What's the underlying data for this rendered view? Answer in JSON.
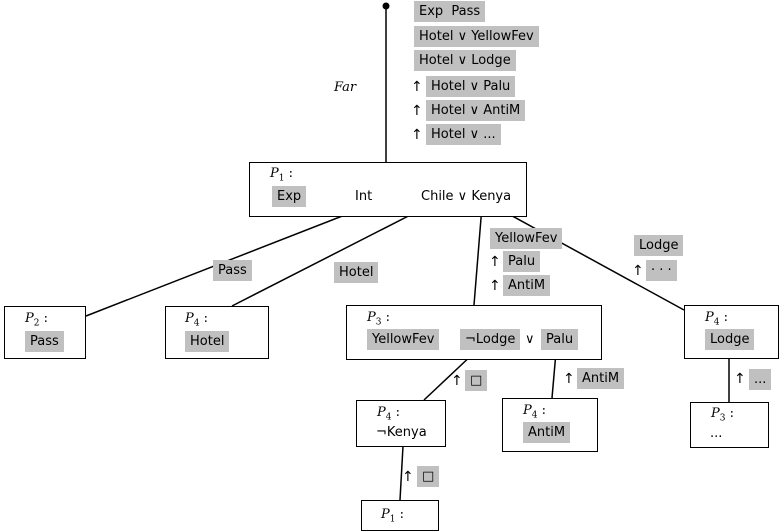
{
  "root_label": "Far",
  "top_stack": [
    "Exp  Pass",
    "Hotel ∨ YellowFev",
    "Hotel ∨ Lodge"
  ],
  "top_up_stack": [
    "Hotel ∨ Palu",
    "Hotel ∨ AntiM",
    "Hotel ∨ ..."
  ],
  "up_arrow": "↑",
  "p1_top": {
    "title": "P",
    "sub": "1",
    "colon": " :",
    "exp": "Exp",
    "int": "Int",
    "chile": "Chile ∨ Kenya"
  },
  "edge_labels": {
    "pass": "Pass",
    "hotel": "Hotel"
  },
  "mid_stack": {
    "first": "YellowFev",
    "up": [
      "Palu",
      "AntiM"
    ]
  },
  "right_stack": {
    "first": "Lodge",
    "up": "· · ·"
  },
  "p2": {
    "title": "P",
    "sub": "2",
    "colon": " :",
    "value": "Pass"
  },
  "p4_hotel": {
    "title": "P",
    "sub": "4",
    "colon": " :",
    "value": "Hotel"
  },
  "p3": {
    "title": "P",
    "sub": "3",
    "colon": " :",
    "yellow": "YellowFev",
    "lodge": "¬Lodge",
    "or": "∨",
    "palu": "Palu"
  },
  "p4_lodge": {
    "title": "P",
    "sub": "4",
    "colon": " :",
    "value": "Lodge"
  },
  "sq": "□",
  "antim_label": "AntiM",
  "dots_label": "...",
  "p4_kenya": {
    "title": "P",
    "sub": "4",
    "colon": " :",
    "value": "¬Kenya"
  },
  "p4_antim": {
    "title": "P",
    "sub": "4",
    "colon": " :",
    "value": "AntiM"
  },
  "p3_small": {
    "title": "P",
    "sub": "3",
    "colon": " :",
    "value": "..."
  },
  "p1_bottom": {
    "title": "P",
    "sub": "1",
    "colon": " :"
  }
}
